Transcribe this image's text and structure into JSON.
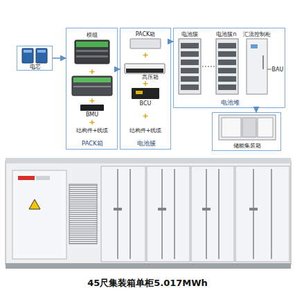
{
  "diagram": {
    "caption": "45尺集装箱单柜5.017MWh",
    "nodes": [
      {
        "text": [
          "电芯"
        ]
      },
      {
        "text": [
          "PACK箱"
        ]
      },
      {
        "text": [
          "模组"
        ],
        "in": 1
      },
      {
        "text": [
          "BMU"
        ],
        "in": 1
      },
      {
        "text": [
          "结构件+线缆"
        ],
        "in": 1
      },
      {
        "text": [
          "电池簇"
        ]
      },
      {
        "text": [
          "PACK箱"
        ],
        "in": 5
      },
      {
        "text": [
          "高压箱"
        ],
        "in": 5
      },
      {
        "text": [
          "BCU"
        ],
        "in": 5
      },
      {
        "text": [
          "结构件+线缆"
        ],
        "in": 5
      },
      {
        "text": [
          "电池堆"
        ]
      },
      {
        "text": [
          "电池簇"
        ],
        "in": 10
      },
      {
        "text": [
          "电池簇n"
        ],
        "in": 10
      },
      {
        "text": [
          "汇流控制柜"
        ],
        "in": 10
      },
      {
        "text": [
          "BAU"
        ],
        "in": 10
      },
      {
        "text": [
          "储能集装箱"
        ]
      }
    ],
    "edges": [
      {
        "from": 0,
        "to": 1,
        "arrow": "to"
      },
      {
        "from": 1,
        "to": 5,
        "arrow": "to"
      },
      {
        "from": 5,
        "to": 10,
        "arrow": "to"
      },
      {
        "from": 10,
        "to": 15,
        "arrow": "to"
      }
    ],
    "labels": [
      "+",
      "+",
      "+",
      "+",
      "+",
      "+"
    ]
  }
}
